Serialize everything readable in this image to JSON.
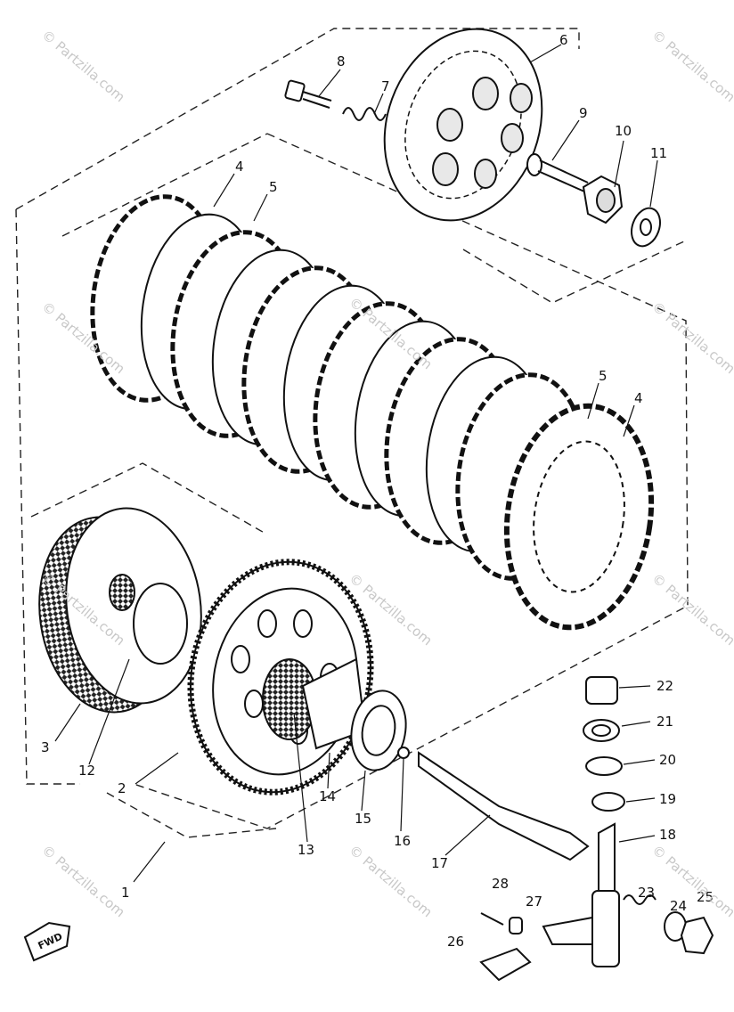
{
  "diagram": {
    "callouts": [
      {
        "id": "6",
        "label": "6"
      },
      {
        "id": "8",
        "label": "8"
      },
      {
        "id": "7",
        "label": "7"
      },
      {
        "id": "9",
        "label": "9"
      },
      {
        "id": "10",
        "label": "10"
      },
      {
        "id": "11",
        "label": "11"
      },
      {
        "id": "4a",
        "label": "4"
      },
      {
        "id": "5a",
        "label": "5"
      },
      {
        "id": "5b",
        "label": "5"
      },
      {
        "id": "4b",
        "label": "4"
      },
      {
        "id": "22",
        "label": "22"
      },
      {
        "id": "21",
        "label": "21"
      },
      {
        "id": "20",
        "label": "20"
      },
      {
        "id": "19",
        "label": "19"
      },
      {
        "id": "18",
        "label": "18"
      },
      {
        "id": "3",
        "label": "3"
      },
      {
        "id": "12",
        "label": "12"
      },
      {
        "id": "2",
        "label": "2"
      },
      {
        "id": "14",
        "label": "14"
      },
      {
        "id": "15",
        "label": "15"
      },
      {
        "id": "16",
        "label": "16"
      },
      {
        "id": "13",
        "label": "13"
      },
      {
        "id": "17",
        "label": "17"
      },
      {
        "id": "1",
        "label": "1"
      },
      {
        "id": "28",
        "label": "28"
      },
      {
        "id": "27",
        "label": "27"
      },
      {
        "id": "23",
        "label": "23"
      },
      {
        "id": "24",
        "label": "24"
      },
      {
        "id": "25",
        "label": "25"
      },
      {
        "id": "26",
        "label": "26"
      }
    ],
    "direction_marker": "FWD",
    "watermarks": [
      "© Partzilla.com"
    ]
  }
}
